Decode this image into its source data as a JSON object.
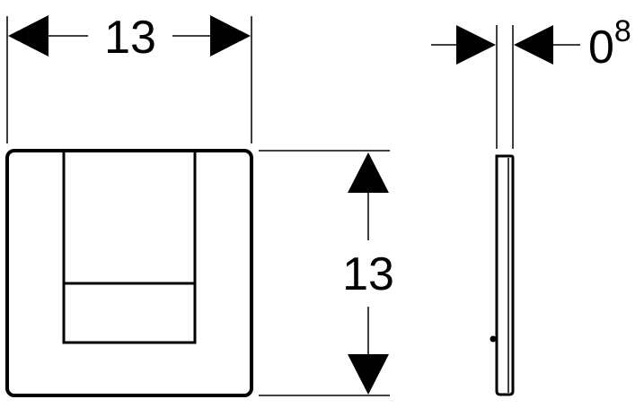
{
  "dimensions": {
    "width_label": "13",
    "height_label": "13",
    "thickness_label_base": "0",
    "thickness_label_sup": "8"
  },
  "colors": {
    "line": "#000000",
    "background": "#ffffff"
  }
}
